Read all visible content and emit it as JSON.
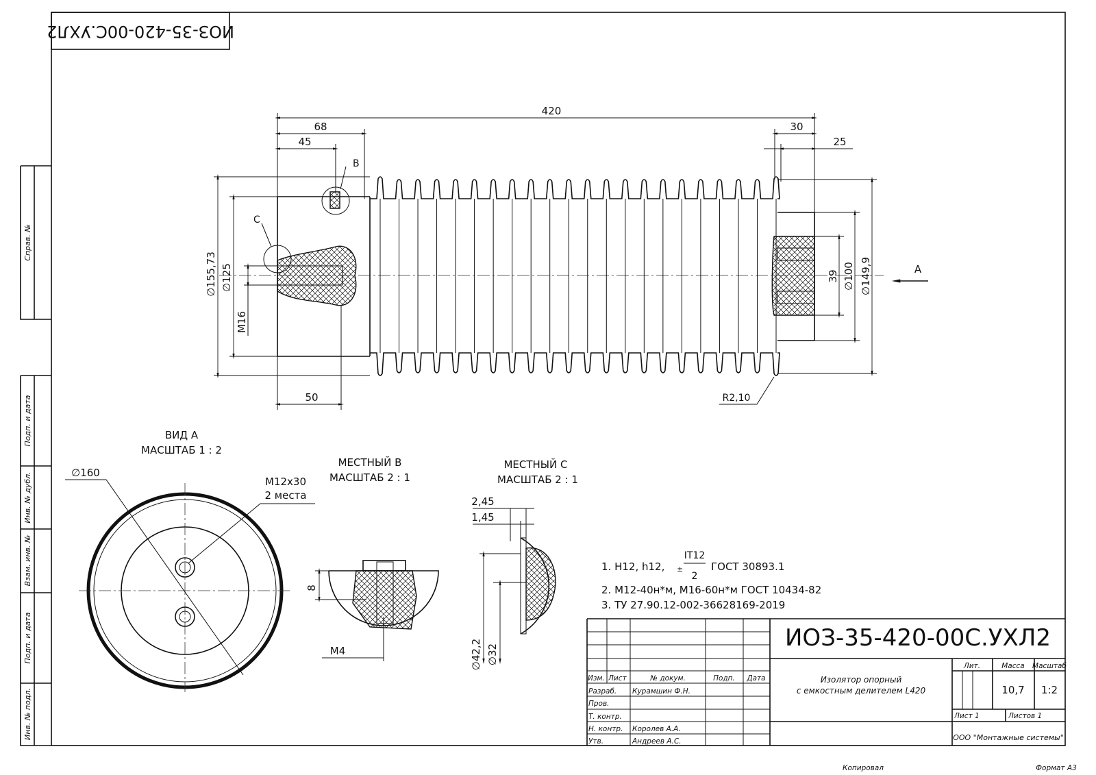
{
  "stamp_title": "ИОЗ-35-420-00С.УХЛ2",
  "side_labels": [
    "Справ. №",
    "Подп. и дата",
    "Инв. № дубл.",
    "Взам. инв. №",
    "Подп. и дата",
    "Инв. № подл."
  ],
  "main_view": {
    "dims": {
      "total": "420",
      "d68": "68",
      "d45": "45",
      "d30": "30",
      "d25": "25",
      "d50": "50",
      "dia155": "∅155,73",
      "dia125": "∅125",
      "m16": "M16",
      "r210": "R2,10",
      "d39": "39",
      "dia100": "∅100",
      "dia149": "∅149,9"
    },
    "callout_b": "B",
    "callout_c": "C",
    "view_a": "A",
    "shed_count": 22
  },
  "view_a": {
    "title": "ВИД А",
    "scale": "МАСШТАБ 1 : 2",
    "dia": "∅160",
    "thread": "M12x30",
    "places": "2 места"
  },
  "detail_b": {
    "title": "МЕСТНЫЙ В",
    "scale": "МАСШТАБ 2 : 1",
    "dim8": "8",
    "thread": "M4"
  },
  "detail_c": {
    "title": "МЕСТНЫЙ С",
    "scale": "МАСШТАБ 2 : 1",
    "d245": "2,45",
    "d145": "1,45",
    "dia422": "∅42,2",
    "dia32": "∅32"
  },
  "notes": {
    "n1_prefix": "1. H12, h12,",
    "n1_pm": "±",
    "n1_num": "IT12",
    "n1_den": "2",
    "n1_suffix": "ГОСТ 30893.1",
    "n2": "2. M12-40н*м, M16-60н*м ГОСТ 10434-82",
    "n3": "3. ТУ 27.90.12-002-36628169-2019"
  },
  "title_block": {
    "designation": "ИОЗ-35-420-00С.УХЛ2",
    "name_line1": "Изолятор опорный",
    "name_line2": "с емкостным делителем L420",
    "headers": {
      "izm": "Изм.",
      "list": "Лист",
      "doc": "№ докум.",
      "podp": "Подп.",
      "date": "Дата"
    },
    "roles": {
      "razrab": "Разраб.",
      "prov": "Пров.",
      "tkontr": "Т. контр.",
      "nkontr": "Н. контр.",
      "utv": "Утв."
    },
    "people": {
      "razrab": "Курамшин Ф.Н.",
      "nkontr": "Королев А.А.",
      "utv": "Андреев А.С."
    },
    "lit": "Лит.",
    "massa_label": "Масса",
    "scale_label": "Масштаб",
    "massa": "10,7",
    "scale": "1:2",
    "sheet": "Лист 1",
    "sheets": "Листов 1",
    "company": "ООО \"Монтажные системы\"",
    "copied": "Копировал",
    "format": "Формат А3"
  }
}
